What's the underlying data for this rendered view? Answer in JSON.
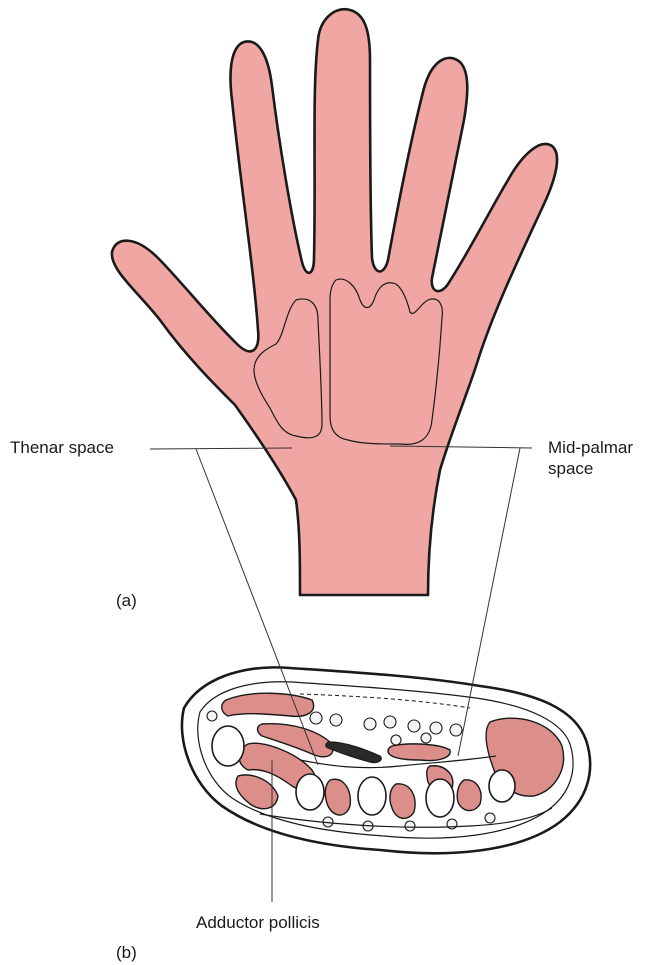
{
  "figure": {
    "panel_a_label": "(a)",
    "panel_b_label": "(b)",
    "labels": {
      "thenar_space": "Thenar space",
      "mid_palmar_line1": "Mid-palmar",
      "mid_palmar_line2": "space",
      "adductor_pollicis": "Adductor pollicis"
    }
  },
  "colors": {
    "skin": "#f0a7a3",
    "space": "#9bb2cd",
    "muscle": "#dc8f8a",
    "outline": "#1a1a1a",
    "background": "#ffffff"
  },
  "icons": {
    "hand": "palm-of-hand-illustration",
    "cross_section": "hand-cross-section-illustration"
  }
}
